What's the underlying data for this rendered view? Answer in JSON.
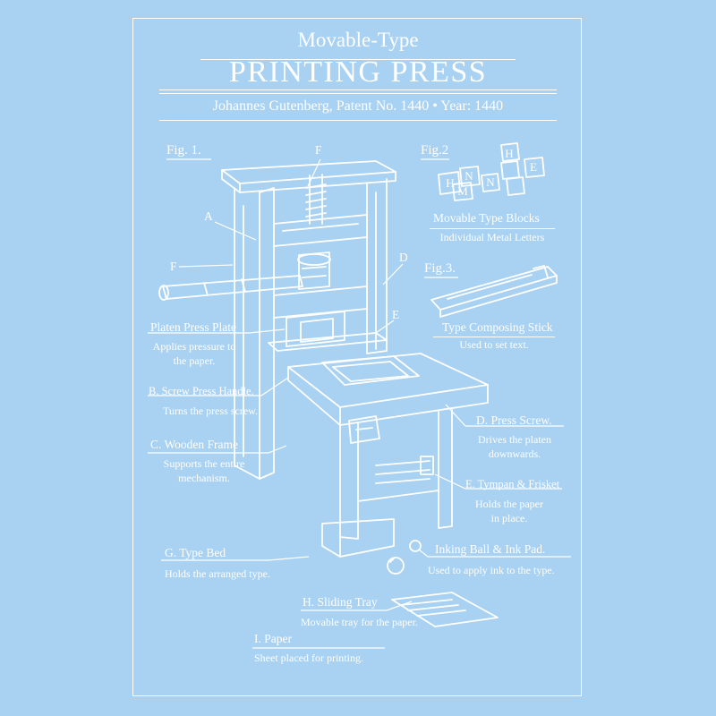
{
  "header": {
    "title_top": "Movable-Type",
    "title_main": "PRINTING PRESS",
    "subtitle": "Johannes Gutenberg,  Patent No. 1440 • Year: 1440"
  },
  "figures": {
    "fig1": "Fig. 1.",
    "fig2": "Fig.2",
    "fig3": "Fig.3."
  },
  "letters": {
    "a": "A",
    "d": "D",
    "e": "E",
    "f_top": "F",
    "f_left": "F"
  },
  "type_blocks": {
    "title": "Movable Type Blocks",
    "desc": "Individual Metal Letters",
    "glyphs": [
      "H",
      "E",
      "N",
      "M",
      "N"
    ]
  },
  "composing_stick": {
    "title": "Type Composing Stick",
    "desc": "Used to set text."
  },
  "callouts": {
    "platen": {
      "title": "Platen Press Plate",
      "desc1": "Applies pressure to",
      "desc2": "the paper."
    },
    "handle": {
      "title": "B. Screw Press Handle.",
      "desc1": "Turns the press screw."
    },
    "frame": {
      "title": "C. Wooden Frame",
      "desc1": "Supports the entire",
      "desc2": "mechanism."
    },
    "screw": {
      "title": "D. Press Screw.",
      "desc1": "Drives the platen",
      "desc2": "downwards."
    },
    "tympan": {
      "title": "E. Tympan & Frisket",
      "desc1": "Holds the paper",
      "desc2": "in place."
    },
    "typebed": {
      "title": "G. Type Bed",
      "desc1": "Holds the arranged type."
    },
    "inking": {
      "title": "Inking Ball & Ink Pad.",
      "desc1": "Used to apply ink to the type."
    },
    "tray": {
      "title": "H. Sliding Tray",
      "desc1": "Movable tray for the paper."
    },
    "paper": {
      "title": "I. Paper",
      "desc1": "Sheet placed for printing."
    }
  }
}
